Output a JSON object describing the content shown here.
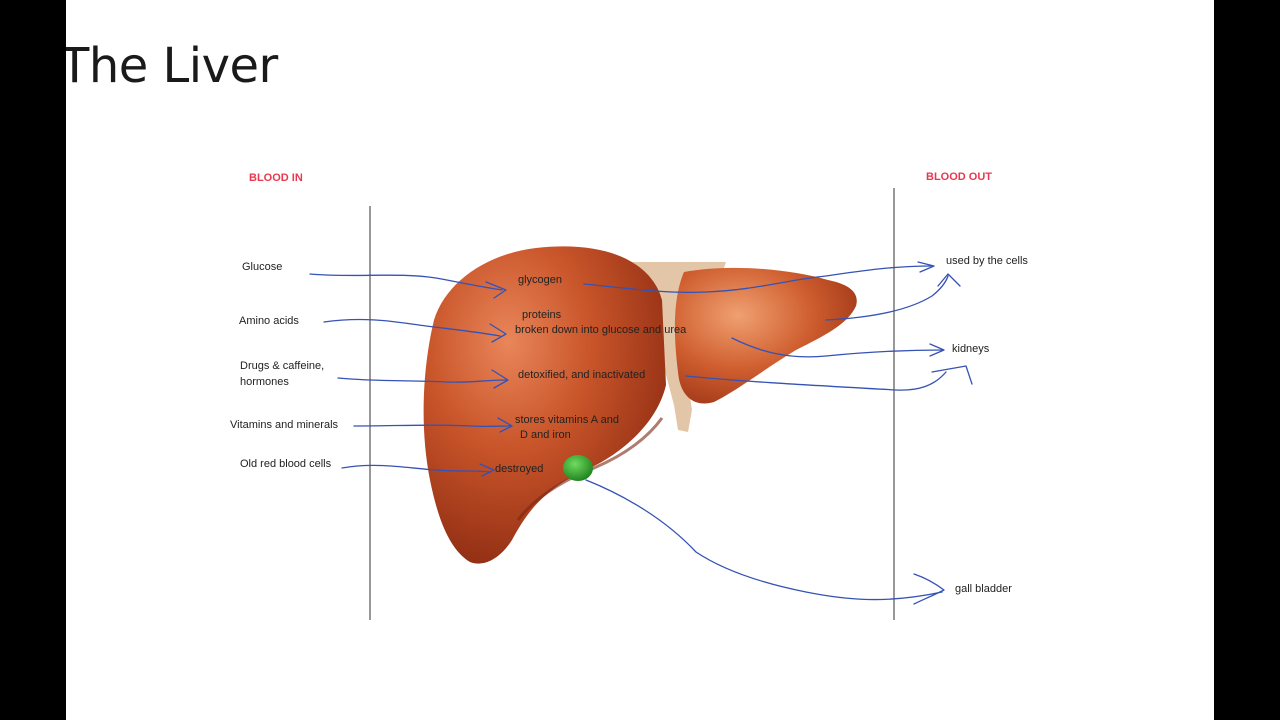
{
  "slide": {
    "title": "The Liver"
  },
  "diagram": {
    "headers": {
      "blood_in": "BLOOD IN",
      "blood_out": "BLOOD OUT"
    },
    "inputs": {
      "glucose": "Glucose",
      "amino_acids": "Amino acids",
      "drugs": "Drugs & caffeine,",
      "hormones": "hormones",
      "vitamins": "Vitamins and minerals",
      "old_cells": "Old red blood cells"
    },
    "liver_notes": {
      "glycogen": "glycogen",
      "proteins": "proteins",
      "broken_down": "broken down into glucose and urea",
      "detoxified": "detoxified, and inactivated",
      "stores1": "stores vitamins A and",
      "stores2": "D and iron",
      "destroyed": "destroyed"
    },
    "outputs": {
      "cells": "used by the cells",
      "kidneys": "kidneys",
      "gall_bladder": "gall bladder"
    },
    "colors": {
      "header": "#e8384f",
      "ink": "#3552b5",
      "liver": "#b8431f",
      "gallbladder": "#2a9a2a"
    }
  }
}
